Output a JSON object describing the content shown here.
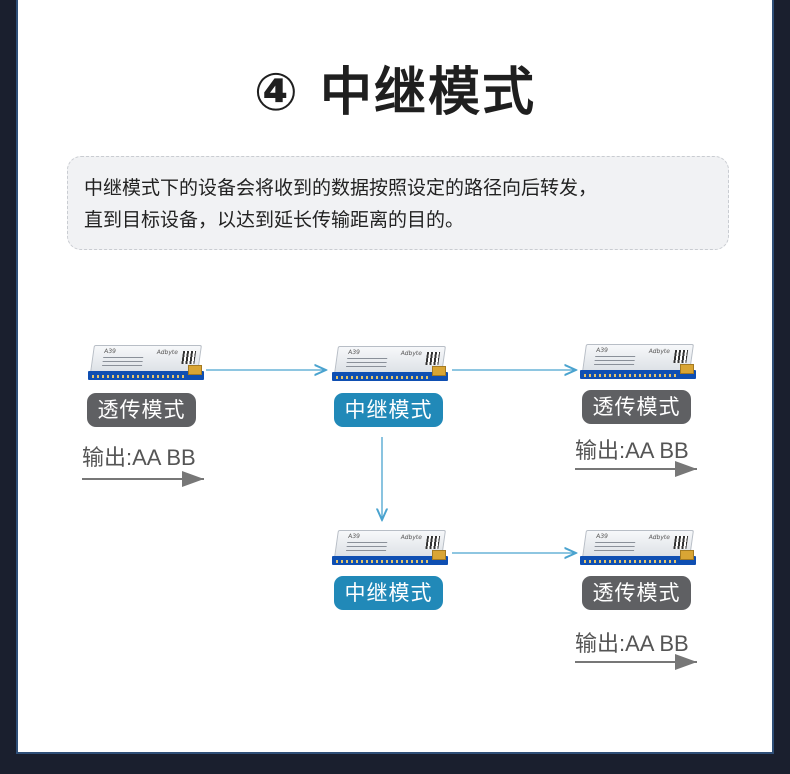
{
  "title": "④ 中继模式",
  "description": {
    "line1": "中继模式下的设备会将收到的数据按照设定的路径向后转发，",
    "line2": "直到目标设备，以达到延长传输距离的目的。"
  },
  "module": {
    "mark": "A39",
    "brand": "Adbyte"
  },
  "nodes": {
    "left": {
      "label": "透传模式",
      "output": "输出:AA BB"
    },
    "relay1": {
      "label": "中继模式"
    },
    "right_top": {
      "label": "透传模式",
      "output": "输出:AA BB"
    },
    "relay2": {
      "label": "中继模式"
    },
    "right_bottom": {
      "label": "透传模式",
      "output": "输出:AA BB"
    }
  },
  "colors": {
    "badge_gray": "#5f6063",
    "badge_blue": "#2189b8",
    "link": "#4aa3cf",
    "out_arrow": "#777777"
  }
}
